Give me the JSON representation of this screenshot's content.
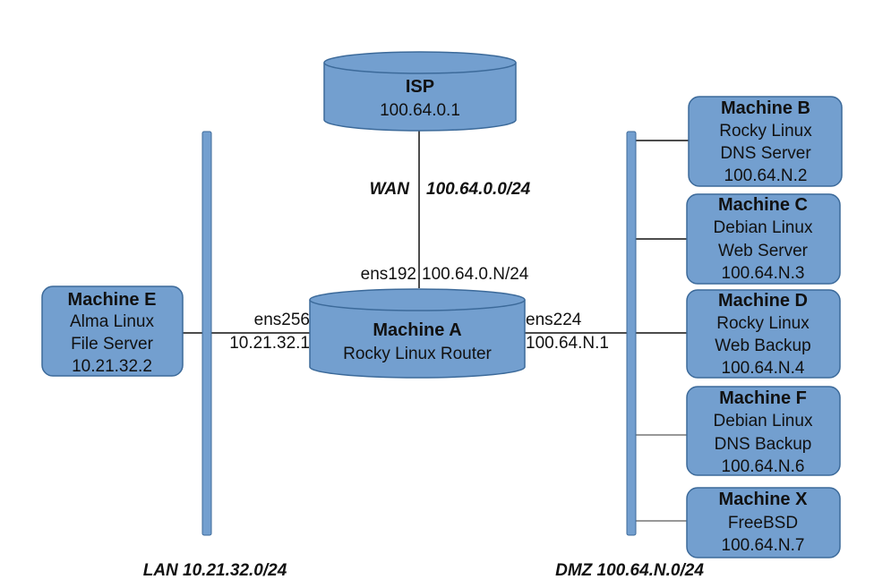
{
  "colors": {
    "node_fill": "#739fcf",
    "node_stroke": "#3c6a9a",
    "bus_fill": "#739fcf",
    "line": "#111111"
  },
  "isp": {
    "title": "ISP",
    "lines": [
      "100.64.0.1"
    ]
  },
  "router": {
    "title": "Machine A",
    "lines": [
      "Rocky Linux Router"
    ]
  },
  "wan": {
    "name": "WAN",
    "network": "100.64.0.0/24",
    "iface": "ens192",
    "addr": "100.64.0.N/24"
  },
  "lan": {
    "iface": "ens256",
    "addr": "10.21.32.1",
    "label": "LAN 10.21.32.0/24",
    "machines": [
      {
        "title": "Machine E",
        "lines": [
          "Alma Linux",
          "File Server",
          "10.21.32.2"
        ]
      }
    ]
  },
  "dmz": {
    "iface": "ens224",
    "addr": "100.64.N.1",
    "label": "DMZ 100.64.N.0/24",
    "machines": [
      {
        "title": "Machine B",
        "lines": [
          "Rocky Linux",
          "DNS Server",
          "100.64.N.2"
        ]
      },
      {
        "title": "Machine C",
        "lines": [
          "Debian Linux",
          "Web Server",
          "100.64.N.3"
        ]
      },
      {
        "title": "Machine D",
        "lines": [
          "Rocky Linux",
          "Web Backup",
          "100.64.N.4"
        ]
      },
      {
        "title": "Machine F",
        "lines": [
          "Debian Linux",
          "DNS Backup",
          "100.64.N.6"
        ]
      },
      {
        "title": "Machine X",
        "lines": [
          "FreeBSD",
          "100.64.N.7"
        ]
      }
    ]
  }
}
